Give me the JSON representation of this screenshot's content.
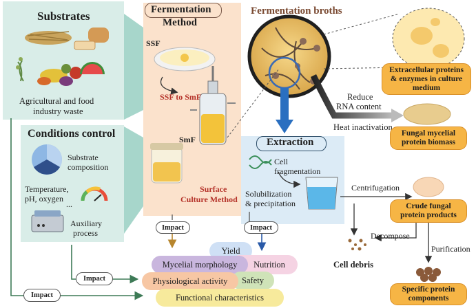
{
  "substrates": {
    "title": "Substrates",
    "caption_line1": "Agricultural and food",
    "caption_line2": "industry waste"
  },
  "conditions": {
    "title": "Conditions control",
    "substrate_line1": "Substrate",
    "substrate_line2": "composition",
    "env_line1": "Temperature,",
    "env_line2": "pH, oxygen",
    "ellipsis": "...",
    "aux_line1": "Auxiliary",
    "aux_line2": "process"
  },
  "fermentation": {
    "title_line1": "Fermentation",
    "title_line2": "Method",
    "ssf": "SSF",
    "ssf_to_smf": "SSF to SmF",
    "smf": "SmF",
    "surface_line1": "Surface",
    "surface_line2": "Culture Method"
  },
  "broths": {
    "title": "Fermentation broths",
    "extracellular_line1": "Extracellular proteins",
    "extracellular_line2": "& enzymes in culture",
    "extracellular_line3": "medium",
    "reduce_line1": "Reduce",
    "reduce_line2": "RNA content",
    "heat": "Heat inactivation",
    "biomass_line1": "Fungal mycelial",
    "biomass_line2": "protein biomass"
  },
  "extraction": {
    "title": "Extraction",
    "cell_line1": "Cell",
    "cell_line2": "fragmentation",
    "solub_line1": "Solubilization",
    "solub_line2": "& precipitation",
    "centrifugation": "Centrifugation",
    "crude_line1": "Crude fungal",
    "crude_line2": "protein products",
    "decompose": "Decompose",
    "debris": "Cell debris",
    "purification": "Purification",
    "specific_line1": "Specific protein",
    "specific_line2": "components"
  },
  "impact": {
    "label": "Impact"
  },
  "outcomes": {
    "yield": "Yield",
    "morphology": "Mycelial morphology",
    "nutrition": "Nutrition",
    "physiological": "Physiological activity",
    "safety": "Safety",
    "functional": "Functional characteristics"
  },
  "colors": {
    "teal_panel": "#d9ede8",
    "peach_panel": "#fbe2cc",
    "blue_panel": "#dcebf6",
    "orange_box": "#f6b545",
    "accent_red": "#b5332a",
    "pill_yield": "#cfe0f5",
    "pill_morph": "#c9b6de",
    "pill_nutrition": "#f5d3e3",
    "pill_physio": "#f7c7a4",
    "pill_safety": "#cfe3b8",
    "pill_functional": "#f7ea9c"
  }
}
